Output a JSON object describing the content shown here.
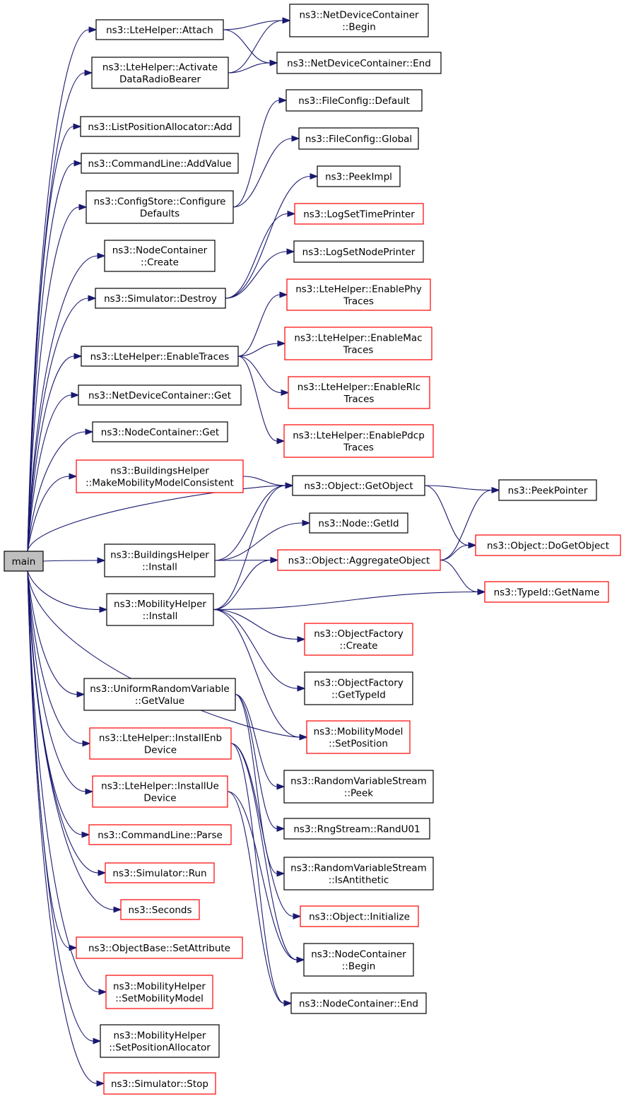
{
  "colors": {
    "edge": "#191970",
    "border_documented": "#000000",
    "border_undocumented": "#ff0000",
    "root_fill": "#bfbfbf",
    "node_fill": "#ffffff"
  },
  "nodes": [
    {
      "id": "main",
      "lines": [
        "main"
      ],
      "status": "root"
    },
    {
      "id": "attach",
      "lines": [
        "ns3::LteHelper::Attach"
      ],
      "status": "documented"
    },
    {
      "id": "activate",
      "lines": [
        "ns3::LteHelper::Activate",
        "DataRadioBearer"
      ],
      "status": "documented"
    },
    {
      "id": "listadd",
      "lines": [
        "ns3::ListPositionAllocator::Add"
      ],
      "status": "documented"
    },
    {
      "id": "addvalue",
      "lines": [
        "ns3::CommandLine::AddValue"
      ],
      "status": "documented"
    },
    {
      "id": "configure",
      "lines": [
        "ns3::ConfigStore::Configure",
        "Defaults"
      ],
      "status": "documented"
    },
    {
      "id": "ncreate",
      "lines": [
        "ns3::NodeContainer",
        "::Create"
      ],
      "status": "documented"
    },
    {
      "id": "destroy",
      "lines": [
        "ns3::Simulator::Destroy"
      ],
      "status": "documented"
    },
    {
      "id": "enabletraces",
      "lines": [
        "ns3::LteHelper::EnableTraces"
      ],
      "status": "documented"
    },
    {
      "id": "ndget",
      "lines": [
        "ns3::NetDeviceContainer::Get"
      ],
      "status": "documented"
    },
    {
      "id": "ncget",
      "lines": [
        "ns3::NodeContainer::Get"
      ],
      "status": "documented"
    },
    {
      "id": "makemob",
      "lines": [
        "ns3::BuildingsHelper",
        "::MakeMobilityModelConsistent"
      ],
      "status": "undocumented"
    },
    {
      "id": "binstall",
      "lines": [
        "ns3::BuildingsHelper",
        "::Install"
      ],
      "status": "documented"
    },
    {
      "id": "minstall",
      "lines": [
        "ns3::MobilityHelper",
        "::Install"
      ],
      "status": "documented"
    },
    {
      "id": "urvget",
      "lines": [
        "ns3::UniformRandomVariable",
        "::GetValue"
      ],
      "status": "documented"
    },
    {
      "id": "instenb",
      "lines": [
        "ns3::LteHelper::InstallEnb",
        "Device"
      ],
      "status": "undocumented"
    },
    {
      "id": "instue",
      "lines": [
        "ns3::LteHelper::InstallUe",
        "Device"
      ],
      "status": "undocumented"
    },
    {
      "id": "parse",
      "lines": [
        "ns3::CommandLine::Parse"
      ],
      "status": "undocumented"
    },
    {
      "id": "run",
      "lines": [
        "ns3::Simulator::Run"
      ],
      "status": "undocumented"
    },
    {
      "id": "seconds",
      "lines": [
        "ns3::Seconds"
      ],
      "status": "undocumented"
    },
    {
      "id": "setattr",
      "lines": [
        "ns3::ObjectBase::SetAttribute"
      ],
      "status": "undocumented"
    },
    {
      "id": "setmob",
      "lines": [
        "ns3::MobilityHelper",
        "::SetMobilityModel"
      ],
      "status": "undocumented"
    },
    {
      "id": "setpos",
      "lines": [
        "ns3::MobilityHelper",
        "::SetPositionAllocator"
      ],
      "status": "documented"
    },
    {
      "id": "stop",
      "lines": [
        "ns3::Simulator::Stop"
      ],
      "status": "undocumented"
    },
    {
      "id": "ndbegin",
      "lines": [
        "ns3::NetDeviceContainer",
        "::Begin"
      ],
      "status": "documented"
    },
    {
      "id": "ndend",
      "lines": [
        "ns3::NetDeviceContainer::End"
      ],
      "status": "documented"
    },
    {
      "id": "fcdefault",
      "lines": [
        "ns3::FileConfig::Default"
      ],
      "status": "documented"
    },
    {
      "id": "fcglobal",
      "lines": [
        "ns3::FileConfig::Global"
      ],
      "status": "documented"
    },
    {
      "id": "peekimpl",
      "lines": [
        "ns3::PeekImpl"
      ],
      "status": "documented"
    },
    {
      "id": "logtime",
      "lines": [
        "ns3::LogSetTimePrinter"
      ],
      "status": "undocumented"
    },
    {
      "id": "lognode",
      "lines": [
        "ns3::LogSetNodePrinter"
      ],
      "status": "documented"
    },
    {
      "id": "enphy",
      "lines": [
        "ns3::LteHelper::EnablePhy",
        "Traces"
      ],
      "status": "undocumented"
    },
    {
      "id": "enmac",
      "lines": [
        "ns3::LteHelper::EnableMac",
        "Traces"
      ],
      "status": "undocumented"
    },
    {
      "id": "enrlc",
      "lines": [
        "ns3::LteHelper::EnableRlc",
        "Traces"
      ],
      "status": "undocumented"
    },
    {
      "id": "enpdcp",
      "lines": [
        "ns3::LteHelper::EnablePdcp",
        "Traces"
      ],
      "status": "undocumented"
    },
    {
      "id": "getobject",
      "lines": [
        "ns3::Object::GetObject"
      ],
      "status": "documented"
    },
    {
      "id": "nodegetid",
      "lines": [
        "ns3::Node::GetId"
      ],
      "status": "documented"
    },
    {
      "id": "aggregate",
      "lines": [
        "ns3::Object::AggregateObject"
      ],
      "status": "undocumented"
    },
    {
      "id": "ofcreate",
      "lines": [
        "ns3::ObjectFactory",
        "::Create"
      ],
      "status": "undocumented"
    },
    {
      "id": "ofgettype",
      "lines": [
        "ns3::ObjectFactory",
        "::GetTypeId"
      ],
      "status": "documented"
    },
    {
      "id": "mmsetpos",
      "lines": [
        "ns3::MobilityModel",
        "::SetPosition"
      ],
      "status": "undocumented"
    },
    {
      "id": "rvspeek",
      "lines": [
        "ns3::RandomVariableStream",
        "::Peek"
      ],
      "status": "documented"
    },
    {
      "id": "randu01",
      "lines": [
        "ns3::RngStream::RandU01"
      ],
      "status": "documented"
    },
    {
      "id": "rvsanti",
      "lines": [
        "ns3::RandomVariableStream",
        "::IsAntithetic"
      ],
      "status": "documented"
    },
    {
      "id": "initialize",
      "lines": [
        "ns3::Object::Initialize"
      ],
      "status": "undocumented"
    },
    {
      "id": "ncbegin",
      "lines": [
        "ns3::NodeContainer",
        "::Begin"
      ],
      "status": "documented"
    },
    {
      "id": "ncend",
      "lines": [
        "ns3::NodeContainer::End"
      ],
      "status": "documented"
    },
    {
      "id": "peekptr",
      "lines": [
        "ns3::PeekPointer"
      ],
      "status": "documented"
    },
    {
      "id": "dogetobj",
      "lines": [
        "ns3::Object::DoGetObject"
      ],
      "status": "undocumented"
    },
    {
      "id": "getname",
      "lines": [
        "ns3::TypeId::GetName"
      ],
      "status": "undocumented"
    }
  ],
  "edges": [
    [
      "main",
      "attach"
    ],
    [
      "main",
      "activate"
    ],
    [
      "main",
      "listadd"
    ],
    [
      "main",
      "addvalue"
    ],
    [
      "main",
      "configure"
    ],
    [
      "main",
      "ncreate"
    ],
    [
      "main",
      "destroy"
    ],
    [
      "main",
      "enabletraces"
    ],
    [
      "main",
      "ndget"
    ],
    [
      "main",
      "ncget"
    ],
    [
      "main",
      "makemob"
    ],
    [
      "main",
      "getobject"
    ],
    [
      "main",
      "binstall"
    ],
    [
      "main",
      "minstall"
    ],
    [
      "main",
      "mmsetpos"
    ],
    [
      "main",
      "urvget"
    ],
    [
      "main",
      "instenb"
    ],
    [
      "main",
      "instue"
    ],
    [
      "main",
      "parse"
    ],
    [
      "main",
      "run"
    ],
    [
      "main",
      "seconds"
    ],
    [
      "main",
      "setattr"
    ],
    [
      "main",
      "setmob"
    ],
    [
      "main",
      "setpos"
    ],
    [
      "main",
      "stop"
    ],
    [
      "attach",
      "ndbegin"
    ],
    [
      "attach",
      "ndend"
    ],
    [
      "activate",
      "ndbegin"
    ],
    [
      "activate",
      "ndend"
    ],
    [
      "configure",
      "fcdefault"
    ],
    [
      "configure",
      "fcglobal"
    ],
    [
      "destroy",
      "peekimpl"
    ],
    [
      "destroy",
      "logtime"
    ],
    [
      "destroy",
      "lognode"
    ],
    [
      "enabletraces",
      "enphy"
    ],
    [
      "enabletraces",
      "enmac"
    ],
    [
      "enabletraces",
      "enrlc"
    ],
    [
      "enabletraces",
      "enpdcp"
    ],
    [
      "makemob",
      "getobject"
    ],
    [
      "getobject",
      "peekptr"
    ],
    [
      "getobject",
      "dogetobj"
    ],
    [
      "binstall",
      "getobject"
    ],
    [
      "binstall",
      "nodegetid"
    ],
    [
      "binstall",
      "aggregate"
    ],
    [
      "minstall",
      "getobject"
    ],
    [
      "minstall",
      "aggregate"
    ],
    [
      "minstall",
      "getname"
    ],
    [
      "minstall",
      "ofcreate"
    ],
    [
      "minstall",
      "ofgettype"
    ],
    [
      "minstall",
      "mmsetpos"
    ],
    [
      "aggregate",
      "peekptr"
    ],
    [
      "aggregate",
      "dogetobj"
    ],
    [
      "aggregate",
      "getname"
    ],
    [
      "urvget",
      "rvspeek"
    ],
    [
      "urvget",
      "randu01"
    ],
    [
      "urvget",
      "rvsanti"
    ],
    [
      "instenb",
      "initialize"
    ],
    [
      "instenb",
      "ncbegin"
    ],
    [
      "instenb",
      "ncend"
    ],
    [
      "instue",
      "ncbegin"
    ],
    [
      "instue",
      "ncend"
    ]
  ]
}
